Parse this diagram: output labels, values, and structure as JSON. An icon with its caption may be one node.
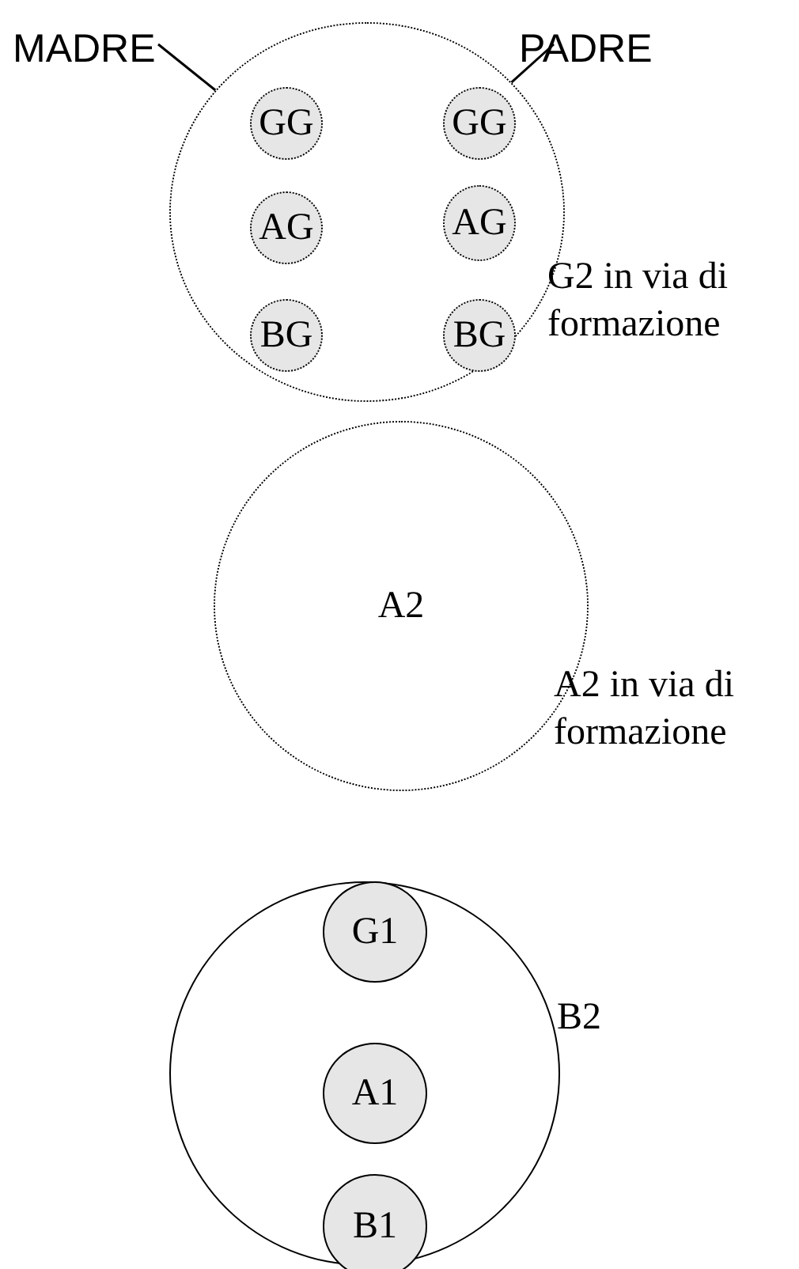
{
  "diagram": {
    "nodes": [
      {
        "text": [
          "MADRE"
        ]
      },
      {
        "text": [
          "PADRE"
        ]
      },
      {
        "text": [],
        "shape": "circle",
        "beside": [
          "G2 in via di formazione"
        ]
      },
      {
        "text": [
          "GG"
        ],
        "in": 2
      },
      {
        "text": [
          "GG"
        ],
        "in": 2
      },
      {
        "text": [
          "AG"
        ],
        "in": 2
      },
      {
        "text": [
          "AG"
        ],
        "in": 2
      },
      {
        "text": [
          "BG"
        ],
        "in": 2
      },
      {
        "text": [
          "BG"
        ],
        "in": 2
      },
      {
        "text": [
          "A2"
        ],
        "beside": [
          "A2 in via di formazione"
        ]
      },
      {
        "text": [],
        "shape": "circle",
        "beside": [
          "B2"
        ]
      },
      {
        "text": [
          "G1"
        ],
        "in": 10
      },
      {
        "text": [
          "A1"
        ],
        "in": 10
      },
      {
        "text": [
          "B1"
        ],
        "in": 10
      }
    ],
    "edges": [
      {
        "from": 0,
        "to": 2,
        "arrow": "none"
      },
      {
        "from": 1,
        "to": 2,
        "arrow": "none"
      }
    ]
  }
}
